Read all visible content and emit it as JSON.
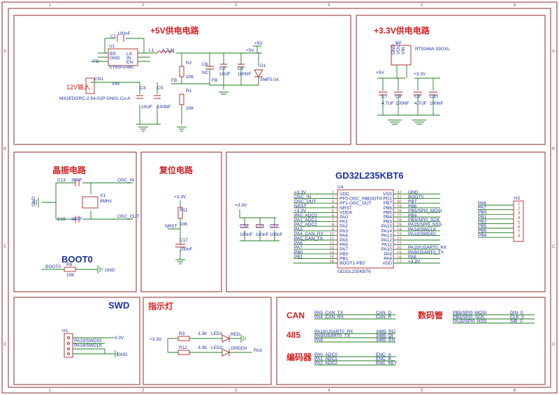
{
  "grid": {
    "cols": [
      "1",
      "2",
      "3",
      "4",
      "5",
      "6"
    ],
    "rows": [
      "A",
      "B",
      "C",
      "D"
    ]
  },
  "blocks": {
    "power5v": {
      "title": "+5V供电电路",
      "labels": [
        "C1",
        "100nF",
        "U1",
        "SY8301ABC",
        "BS",
        "GND",
        "FB",
        "LX",
        "IN",
        "EN",
        "L1",
        "4.7uH",
        "+5V",
        "+5V",
        "R2",
        "10K",
        "C6",
        "NC",
        "C2",
        "10UF",
        "C3",
        "100NF",
        "D1",
        "SMF5.0A",
        "FB",
        "FB",
        "R1",
        "10K",
        "12V输入",
        "CN1",
        "VIN",
        "MX2EDGRC-2.54-02P-GN01-Cu-A",
        "C4",
        "10UF",
        "C5",
        "100NF"
      ]
    },
    "power33": {
      "title": "+3.3V供电电路",
      "labels": [
        "U2",
        "RT9166A-33GXL",
        "GND",
        "VOUT",
        "VIN",
        "+5V",
        "+3.3V",
        "C7",
        "4.7UF",
        "C8",
        "100NF",
        "C9",
        "4.7UF",
        "C10",
        "100NF"
      ]
    },
    "crystal": {
      "title": "晶振电路",
      "labels": [
        "C13",
        "30PF",
        "X1",
        "8MHz",
        "OSC_IN",
        "C15",
        "30PF",
        "OSC_OUT",
        "GND"
      ]
    },
    "reset": {
      "title": "复位电路",
      "labels": [
        "+3.3V",
        "R11",
        "10K",
        "NRST",
        "C17",
        "100nF"
      ]
    },
    "boot": {
      "title": "BOOT0",
      "labels": [
        "BOOT0",
        "R8",
        "10K",
        "GND"
      ]
    },
    "mcu": {
      "title": "GD32L235KBT6",
      "chip_ref": "U4",
      "chip_name": "GD32L235KBT6",
      "left_pins": [
        "VDD",
        "PF0-OSC_IN",
        "PF1-OSC_OUT",
        "NRST",
        "VDDA",
        "PA0",
        "PA1",
        "PA2",
        "PA3",
        "PA4",
        "PA5",
        "PA6",
        "PA7",
        "PB0",
        "PB1",
        "BOOT1-PB2"
      ],
      "right_pins": [
        "VSS",
        "BOOT0-PD1",
        "PB7",
        "PB6",
        "PB5",
        "PB4",
        "PB3",
        "PA15",
        "PA14",
        "PA13",
        "PA12",
        "PA11",
        "PA10",
        "PA9",
        "PA8",
        "VDD"
      ],
      "left_nums": [
        "1",
        "2",
        "3",
        "4",
        "5",
        "6",
        "7",
        "8",
        "9",
        "10",
        "11",
        "12",
        "13",
        "14",
        "15",
        "16"
      ],
      "right_nums": [
        "32",
        "31",
        "30",
        "29",
        "28",
        "27",
        "26",
        "25",
        "24",
        "23",
        "22",
        "21",
        "20",
        "19",
        "18",
        "17"
      ],
      "left_nets": [
        "+3.3V",
        "OSC_IN",
        "OSC_OUT",
        "NRST",
        "+3.3V",
        "PA0_ADC0",
        "PA1_ADC1",
        "PA2_ADC2",
        "PA3",
        "PA4_CAN_RX",
        "PA5_CAN_TX",
        "PA6",
        "PA7",
        "PB0",
        "PB1",
        ""
      ],
      "right_nets": [
        "GND",
        "BOOT0",
        "PB7",
        "PB6",
        "PB5/SPI0_MOSI",
        "PB4",
        "PB3/SPI0_SCK",
        "PA15/SPI0_NSS",
        "PA14/SWCLK",
        "PA13/SWDIO",
        "",
        "",
        "PA10/USART0_RX",
        "PA9/USART0_TX",
        "PA8",
        "+3.3V"
      ],
      "decoupling": [
        "+3.3V",
        "C20",
        "100nF",
        "C21",
        "100nF",
        "C12",
        "100nF"
      ]
    },
    "header2": {
      "ref": "H2",
      "nets": [
        "PA6",
        "PA7",
        "PB0",
        "PB1",
        "PB2",
        "PB5",
        "PB6",
        "PB4"
      ],
      "nums": [
        "1",
        "2",
        "3",
        "4",
        "5",
        "6",
        "7",
        "8"
      ]
    },
    "swd": {
      "title": "SWD",
      "labels": [
        "H1",
        "PA13/SWDIO",
        "PA14/SWCLK",
        "+3.3V",
        "GND"
      ]
    },
    "led": {
      "title": "指示灯",
      "labels": [
        "+3.3V",
        "R3",
        "3.3K",
        "LED1",
        "RED",
        "R12",
        "3.3K",
        "LED2",
        "GREEN",
        "PA3"
      ]
    },
    "interfaces": {
      "can_title": "CAN",
      "can_left": [
        "PA5_CAN_TX",
        "PA4_CAN_RX"
      ],
      "can_right": [
        "CAN_D",
        "CAN_R"
      ],
      "r485_title": "485",
      "r485_left": [
        "PA10/USART0_RX",
        "PA9/USART0_TX",
        "PA8"
      ],
      "r485_right": [
        "3485_RO",
        "3485_DI",
        "3485_EN"
      ],
      "enc_title": "编码器",
      "enc_left": [
        "PA0_ADC0",
        "PA1_ADC1",
        "PA2_ADC2"
      ],
      "enc_right": [
        "ENC_A",
        "ENC_B",
        "ENC_KEY"
      ],
      "seg_title": "数码管",
      "seg_left": [
        "PB5/SPI0_MOSI",
        "PB3/SPI0_SCK",
        "PA15/SPI0_NSS"
      ],
      "seg_right": [
        "DIN_0",
        "CLK_0",
        "SIB_0"
      ]
    }
  }
}
